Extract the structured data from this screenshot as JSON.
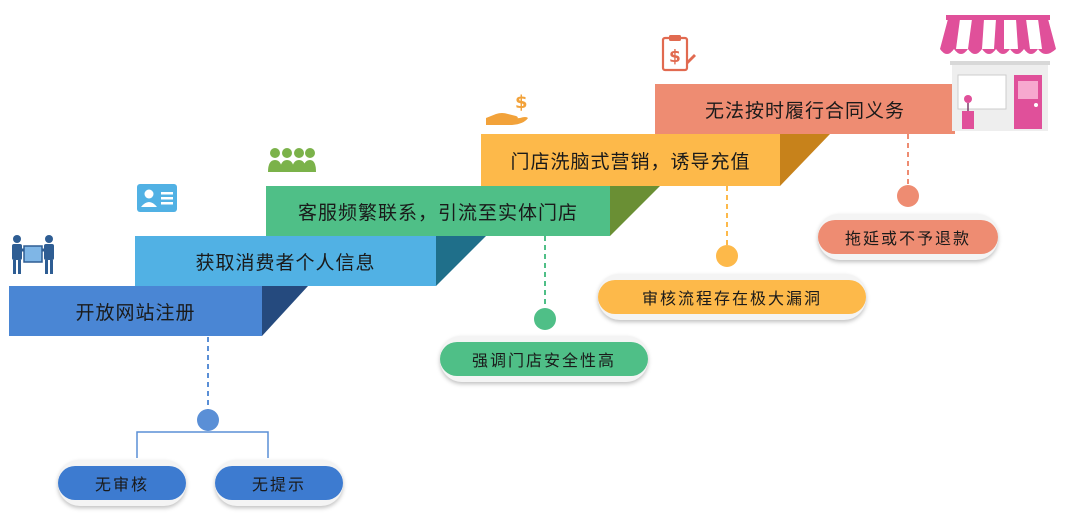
{
  "steps": [
    {
      "label": "开放网站注册",
      "color": "#4a86d4",
      "dark": "#254a7e"
    },
    {
      "label": "获取消费者个人信息",
      "color": "#51b1e4",
      "dark": "#1f6f8a"
    },
    {
      "label": "客服频繁联系，引流至实体门店",
      "color": "#4fbf87",
      "dark": "#1d7d7a"
    },
    {
      "label": "门店洗脑式营销，诱导充值",
      "color": "#fdb94a",
      "dark": "#c7821b"
    },
    {
      "label": "无法按时履行合同义务",
      "color": "#ee8c72",
      "dark": "#b85a42"
    }
  ],
  "consequences": [
    {
      "label": "无审核",
      "color": "#3d7bd0"
    },
    {
      "label": "无提示",
      "color": "#3d7bd0"
    },
    {
      "label": "强调门店安全性高",
      "color": "#4fbf87"
    },
    {
      "label": "审核流程存在极大漏洞",
      "color": "#fdb94a"
    },
    {
      "label": "拖延或不予退款",
      "color": "#ee8c72"
    }
  ],
  "icons": [
    "people-carrying-box-icon",
    "id-card-icon",
    "customer-service-group-icon",
    "hand-dollar-icon",
    "invoice-dollar-icon",
    "storefront-icon"
  ]
}
